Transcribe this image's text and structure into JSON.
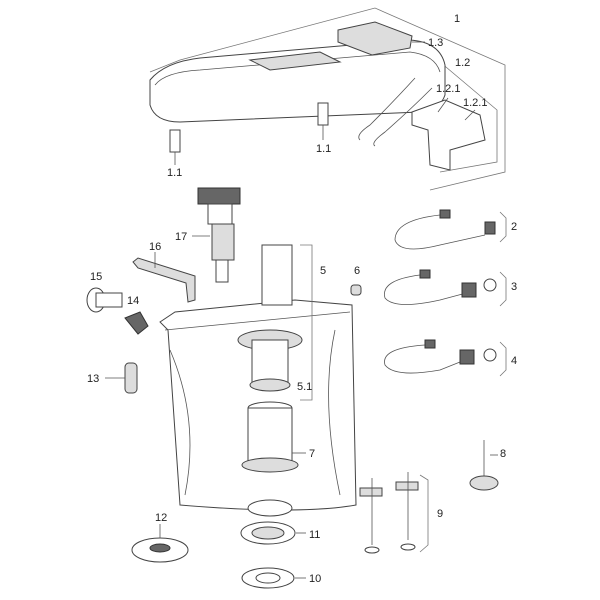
{
  "labels": {
    "p1": "1",
    "p1_3": "1.3",
    "p1_2": "1.2",
    "p1_2_1a": "1.2.1",
    "p1_2_1b": "1.2.1",
    "p1_1a": "1.1",
    "p1_1b": "1.1",
    "p17": "17",
    "p16": "16",
    "p15": "15",
    "p14": "14",
    "p13": "13",
    "p5": "5",
    "p6": "6",
    "p5_1": "5.1",
    "p7": "7",
    "p2": "2",
    "p3": "3",
    "p4": "4",
    "p8": "8",
    "p9": "9",
    "p11": "11",
    "p10": "10",
    "p12": "12"
  }
}
